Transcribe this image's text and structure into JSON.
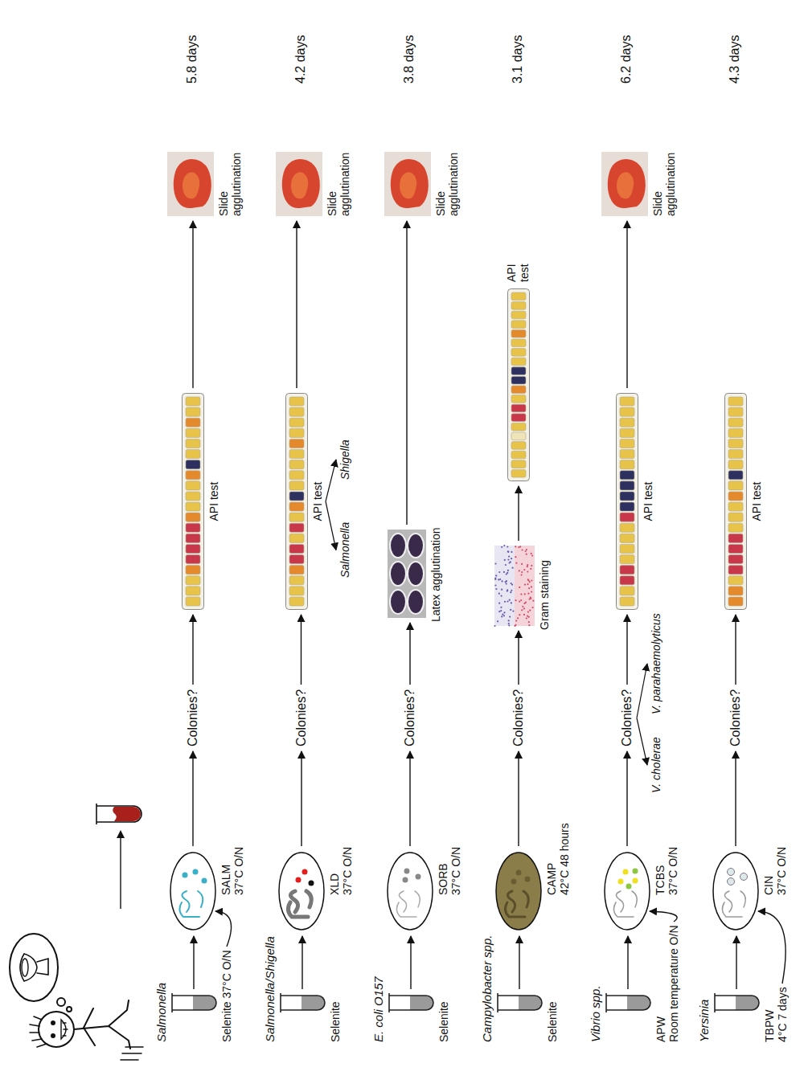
{
  "diagram": {
    "nodes": [
      {
        "text": [
          "Salmonella",
          "Selenite 37°C O/N"
        ]
      },
      {
        "text": [
          "SALM",
          "37°C O/N"
        ]
      },
      {
        "text": [
          "Colonies?"
        ]
      },
      {
        "text": [
          "API test"
        ]
      },
      {
        "text": [
          "Slide agglutination"
        ]
      },
      {
        "text": [
          "Salmonella/Shigella",
          "Selenite"
        ]
      },
      {
        "text": [
          "XLD",
          "37°C O/N"
        ]
      },
      {
        "text": [
          "Colonies?"
        ]
      },
      {
        "text": [
          "API test"
        ]
      },
      {
        "text": [
          "Slide agglutination"
        ]
      },
      {
        "text": [
          "E. coli O157",
          "Selenite"
        ]
      },
      {
        "text": [
          "SORB",
          "37°C O/N"
        ]
      },
      {
        "text": [
          "Colonies?"
        ]
      },
      {
        "text": [
          "Latex agglutination"
        ]
      },
      {
        "text": [
          "Slide agglutination"
        ]
      },
      {
        "text": [
          "Campylobacter spp.",
          "Selenite"
        ]
      },
      {
        "text": [
          "CAMP",
          "42°C 48 hours"
        ]
      },
      {
        "text": [
          "Colonies?"
        ]
      },
      {
        "text": [
          "Gram staining"
        ]
      },
      {
        "text": [
          "API test"
        ]
      },
      {
        "text": [
          "Vibrio spp.",
          "APW",
          "Room temperature O/N"
        ]
      },
      {
        "text": [
          "TCBS",
          "37°C O/N"
        ]
      },
      {
        "text": [
          "Colonies?"
        ]
      },
      {
        "text": [
          "API test"
        ]
      },
      {
        "text": [
          "Slide agglutination"
        ]
      },
      {
        "text": [
          "Yersinia",
          "TBPW",
          "4°C 7 days"
        ]
      },
      {
        "text": [
          "CIN",
          "37°C O/N"
        ]
      },
      {
        "text": [
          "Colonies?"
        ]
      },
      {
        "text": [
          "API test"
        ]
      }
    ],
    "edges": [
      {
        "from": 0,
        "to": 1,
        "arrow": "to"
      },
      {
        "from": 1,
        "to": 2,
        "arrow": "to"
      },
      {
        "from": 2,
        "to": 3,
        "arrow": "to"
      },
      {
        "from": 3,
        "to": 4,
        "arrow": "to"
      },
      {
        "from": 5,
        "to": 6,
        "arrow": "to"
      },
      {
        "from": 6,
        "to": 7,
        "arrow": "to"
      },
      {
        "from": 7,
        "to": 8,
        "arrow": "to"
      },
      {
        "from": 8,
        "to": 9,
        "arrow": "to"
      },
      {
        "from": 10,
        "to": 11,
        "arrow": "to"
      },
      {
        "from": 11,
        "to": 12,
        "arrow": "to"
      },
      {
        "from": 12,
        "to": 13,
        "arrow": "to"
      },
      {
        "from": 13,
        "to": 14,
        "arrow": "to"
      },
      {
        "from": 15,
        "to": 16,
        "arrow": "to"
      },
      {
        "from": 16,
        "to": 17,
        "arrow": "to"
      },
      {
        "from": 17,
        "to": 18,
        "arrow": "to"
      },
      {
        "from": 18,
        "to": 19,
        "arrow": "to"
      },
      {
        "from": 20,
        "to": 21,
        "arrow": "to"
      },
      {
        "from": 21,
        "to": 22,
        "arrow": "to"
      },
      {
        "from": 22,
        "to": 23,
        "arrow": "to"
      },
      {
        "from": 23,
        "to": 24,
        "arrow": "to"
      },
      {
        "from": 25,
        "to": 26,
        "arrow": "to"
      },
      {
        "from": 26,
        "to": 27,
        "arrow": "to"
      },
      {
        "from": 27,
        "to": 28,
        "arrow": "to"
      }
    ],
    "labels": [
      "5.8 days",
      "4.2 days",
      "3.8 days",
      "3.1 days",
      "6.2 days",
      "4.3 days",
      "Salmonella",
      "Shigella",
      "V. cholerae",
      "V. parahaemolyticus"
    ]
  }
}
